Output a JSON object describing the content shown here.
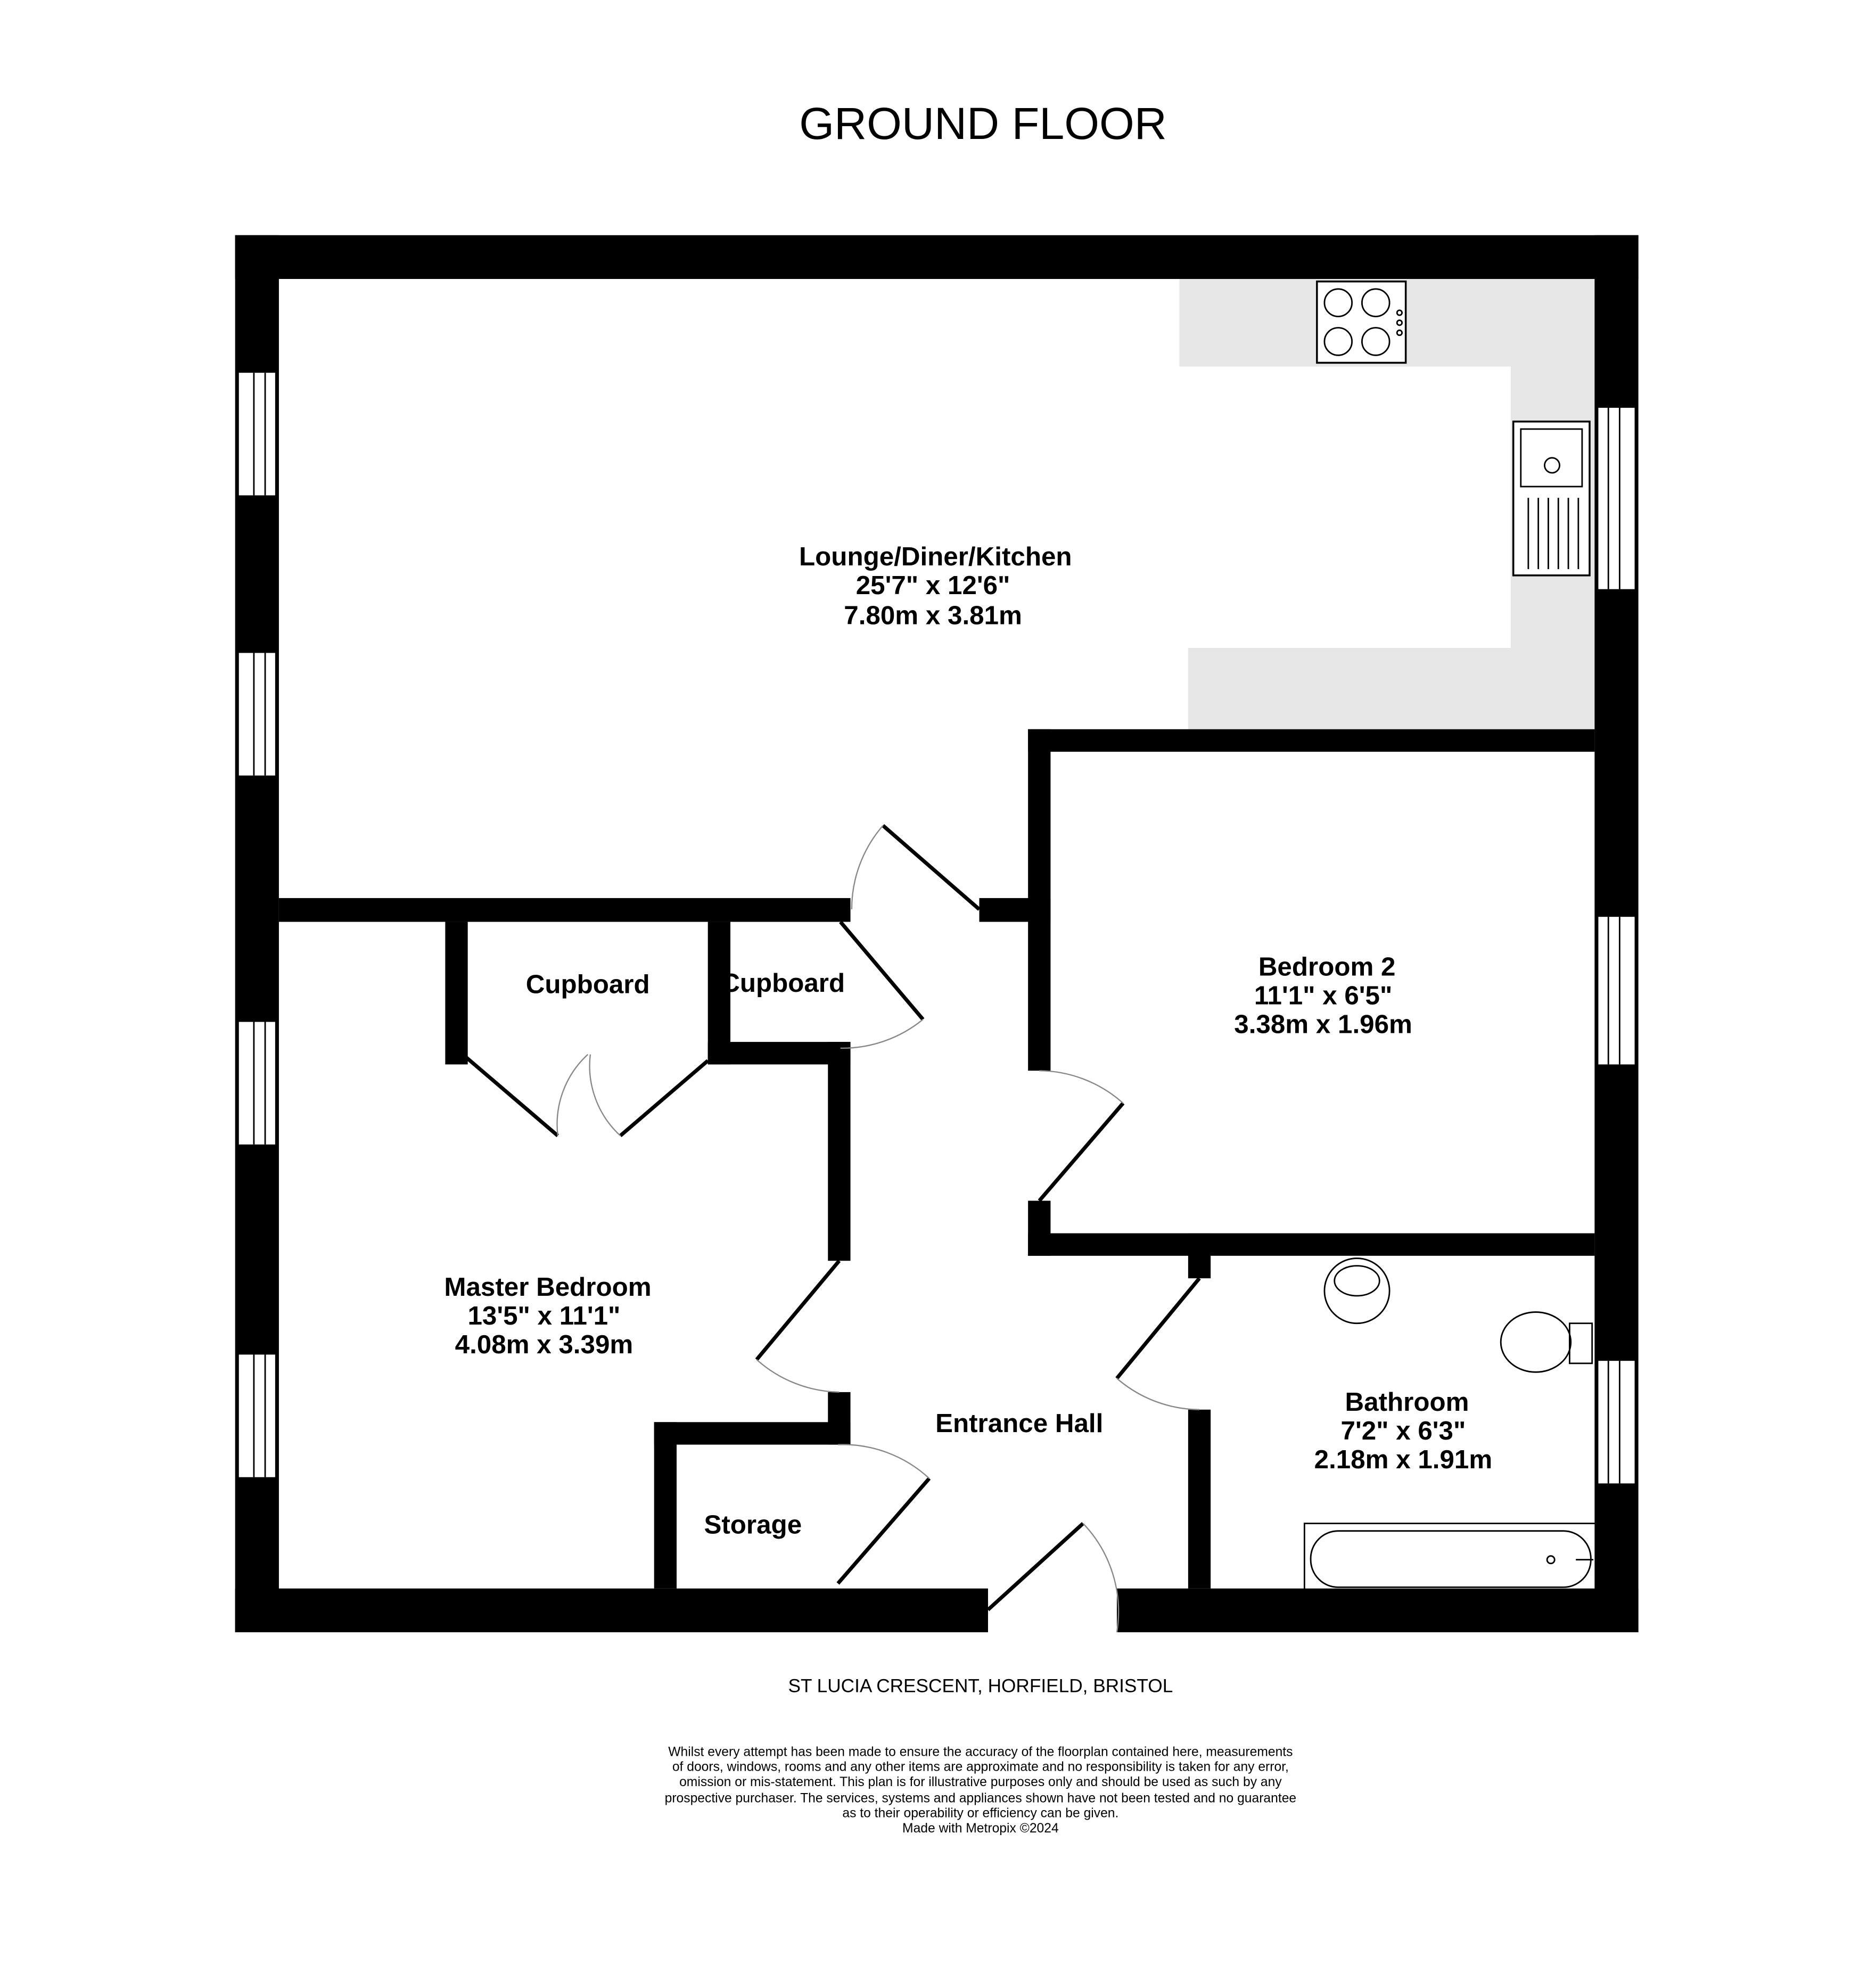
{
  "title": "GROUND FLOOR",
  "rooms": {
    "lounge": {
      "name": "Lounge/Diner/Kitchen",
      "imperial": "25'7\"  x 12'6\"",
      "metric": "7.80m  x 3.81m"
    },
    "bedroom2": {
      "name": "Bedroom 2",
      "imperial": "11'1\"  x 6'5\"",
      "metric": "3.38m  x 1.96m"
    },
    "master": {
      "name": "Master Bedroom",
      "imperial": "13'5\"  x 11'1\"",
      "metric": "4.08m  x 3.39m"
    },
    "bathroom": {
      "name": "Bathroom",
      "imperial": "7'2\"  x 6'3\"",
      "metric": "2.18m  x 1.91m"
    },
    "cupboard1": {
      "name": "Cupboard"
    },
    "cupboard2": {
      "name": "Cupboard"
    },
    "hall": {
      "name": "Entrance Hall"
    },
    "storage": {
      "name": "Storage"
    }
  },
  "address": "ST LUCIA CRESCENT, HORFIELD, BRISTOL",
  "disclaimer": [
    "Whilst every attempt has been made to ensure the accuracy of the floorplan contained here, measurements",
    "of doors, windows, rooms and any other items are approximate and no responsibility is taken for any error,",
    "omission or mis-statement. This plan is for illustrative purposes only and should be used as such by any",
    "prospective purchaser. The services, systems and appliances shown have not been tested and no guarantee",
    "as to their operability or efficiency can be given.",
    "Made with Metropix ©2024"
  ],
  "colors": {
    "wall": "#000000",
    "kitchen_counter": "#e6e6e6"
  }
}
